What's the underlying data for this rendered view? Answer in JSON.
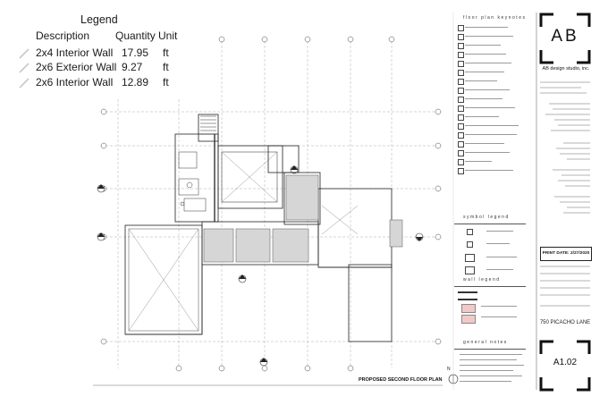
{
  "legend": {
    "title": "Legend",
    "headers": {
      "description": "Description",
      "quantity": "Quantity",
      "unit": "Unit"
    },
    "rows": [
      {
        "description": "2x4 Interior Wall",
        "quantity": "17.95",
        "unit": "ft"
      },
      {
        "description": "2x6 Exterior Wall",
        "quantity": "9.27",
        "unit": "ft"
      },
      {
        "description": "2x6 Interior Wall",
        "quantity": "12.89",
        "unit": "ft"
      }
    ]
  },
  "sheet": {
    "keynotes_title": "floor plan keynotes",
    "symbol_legend_title": "symbol legend",
    "wall_legend_title": "wall legend",
    "general_notes_title": "general notes",
    "plan_title": "PROPOSED SECOND FLOOR PLAN",
    "north_label": "N",
    "logo_text": "AB",
    "studio_name": "AB design studio, inc.",
    "print_date": "PRINT DATE: 2/27/2020",
    "project_address": "750 PICACHO LANE",
    "sheet_number": "A1.02"
  },
  "colors": {
    "line": "#222222",
    "grid": "#8a8a8a",
    "hatch": "#cfcfcf",
    "pink": "#f2c9c9"
  }
}
